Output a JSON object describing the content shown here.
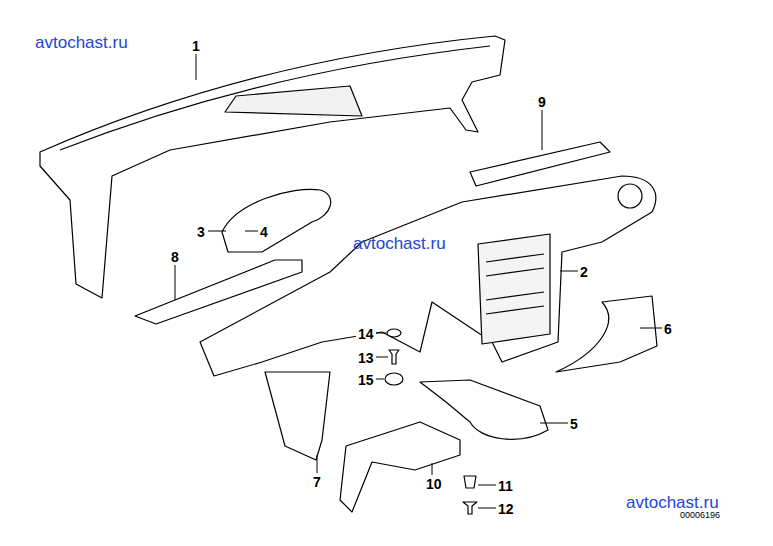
{
  "diagram": {
    "labels": [
      "avtochast.ru",
      "1",
      "9",
      "3",
      "4",
      "8",
      "avtochast.ru",
      "2",
      "14",
      "6",
      "13",
      "15",
      "5",
      "7",
      "10",
      "11",
      "12",
      "avtochast.ru",
      "00006196"
    ]
  }
}
